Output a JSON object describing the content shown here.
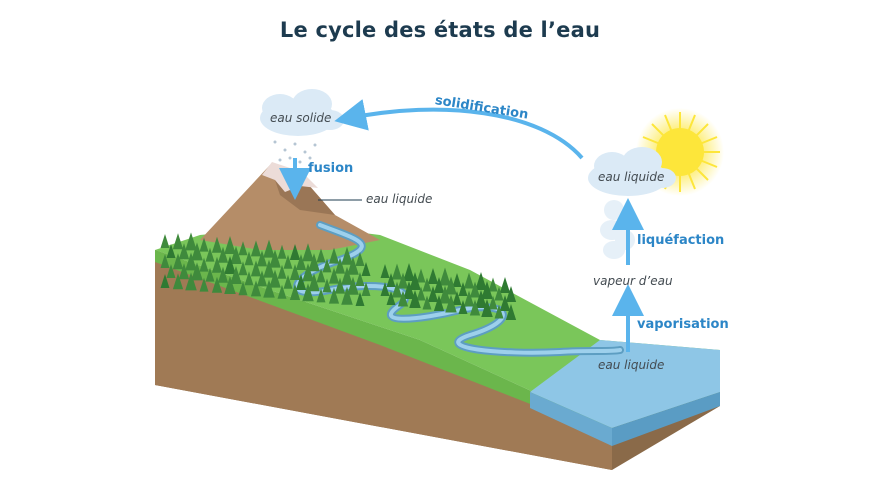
{
  "title": "Le cycle des états de l’eau",
  "states": {
    "solid": "eau solide",
    "liquid_mountain": "eau liquide",
    "liquid_cloud": "eau liquide",
    "vapour": "vapeur d’eau",
    "liquid_sea": "eau liquide"
  },
  "processes": {
    "solidification": "solidification",
    "fusion": "fusion",
    "liquefaction": "liquéfaction",
    "vaporisation": "vaporisation"
  },
  "colors": {
    "title": "#1d3b4f",
    "arrow": "#5ab4ec",
    "process_text": "#2c86c7",
    "grass": "#7ac65a",
    "soil": "#a07a55",
    "water": "#8ec6e6",
    "tree": "#3f8a3c",
    "sun": "#fde63a"
  }
}
